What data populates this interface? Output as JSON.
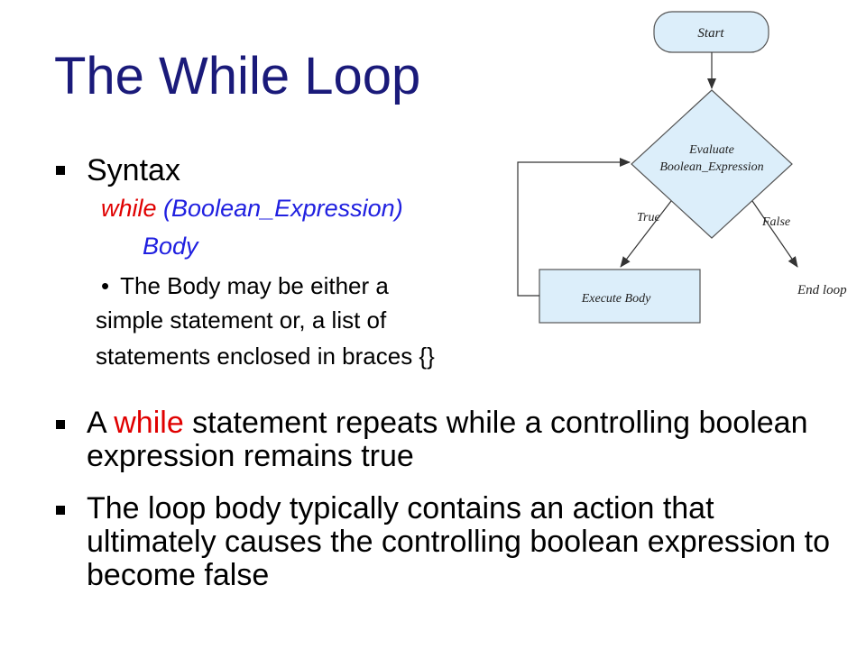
{
  "title": "The While Loop",
  "syntax": {
    "heading": "Syntax",
    "keyword": "while",
    "condition": " (Boolean_Expression)",
    "body": "Body",
    "note_bullet": "•",
    "note_line1": "The Body may be either a",
    "note_line2": "simple statement or, a list of",
    "note_line3": "statements enclosed in braces {}"
  },
  "bullets": [
    {
      "prefix": "A ",
      "keyword": "while",
      "rest": " statement repeats while a controlling boolean expression remains true"
    },
    {
      "text": "The loop body typically contains an action that ultimately causes the controlling boolean expression to become false"
    }
  ],
  "flowchart": {
    "start": "Start",
    "decision_line1": "Evaluate",
    "decision_line2": "Boolean_Expression",
    "true_label": "True",
    "false_label": "False",
    "execute": "Execute Body",
    "end": "End loop",
    "fill_color": "#dceefa",
    "stroke_color": "#555555"
  }
}
